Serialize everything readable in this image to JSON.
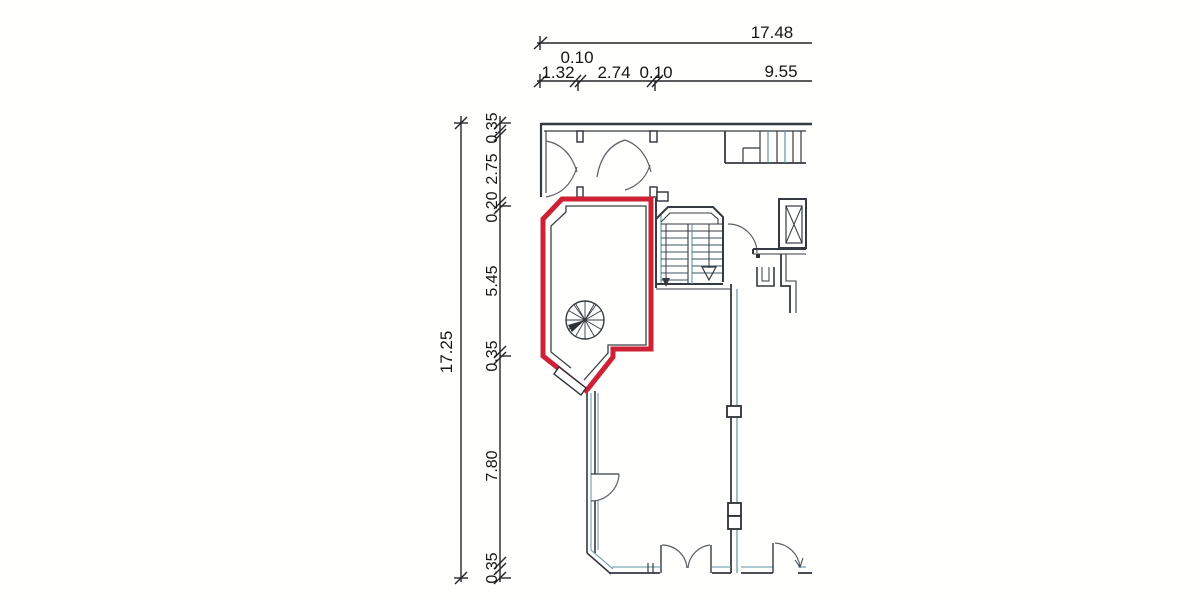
{
  "page": {
    "background": "#ffffff",
    "kind": "scanned architectural floor plan with dimension chains and highlighted room"
  },
  "colors": {
    "highlight_red": "#cf2136",
    "ink": "#343a40",
    "teal": "#5e93a3",
    "dim_ink": "#161616"
  },
  "dimensions": {
    "top": {
      "total": "17.48",
      "segments": [
        "1.32",
        "0.10",
        "2.74",
        "0.10",
        "9.55"
      ]
    },
    "left": {
      "total": "17.25",
      "segments": [
        "0.35",
        "2.75",
        "0.20",
        "5.45",
        "0.35",
        "7.80",
        "0.35"
      ]
    }
  },
  "features": {
    "highlighted_room": "red-outlined-room",
    "spiral_staircase": "spiral-staircase-symbol",
    "main_staircase": "double-flight-staircase",
    "upper_staircase": "straight-staircase",
    "elevator": "elevator-shaft"
  }
}
